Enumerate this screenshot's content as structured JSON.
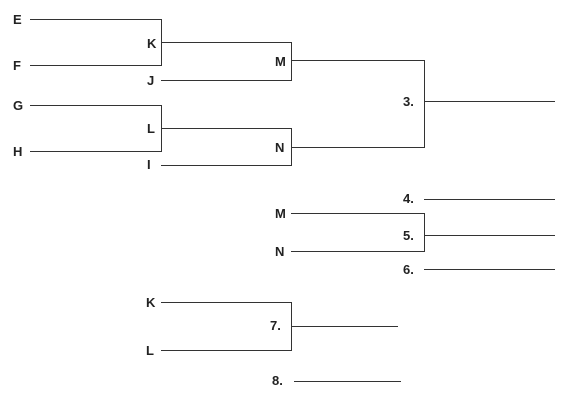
{
  "bracket": {
    "line_color": "#333333",
    "text_color": "#222222",
    "round1": {
      "entry_e": "E",
      "entry_f": "F",
      "entry_g": "G",
      "entry_h": "H"
    },
    "round2": {
      "winner_ef": "K",
      "bye_j": "J",
      "winner_gh": "L",
      "bye_i": "I"
    },
    "round3": {
      "winner_kj": "M",
      "winner_li": "N"
    },
    "final": {
      "label": "3."
    },
    "consolation": {
      "slot4": "4.",
      "entry_m": "M",
      "entry_n": "N",
      "slot5": "5.",
      "slot6": "6.",
      "entry_k": "K",
      "entry_l": "L",
      "slot7": "7.",
      "slot8": "8."
    }
  }
}
